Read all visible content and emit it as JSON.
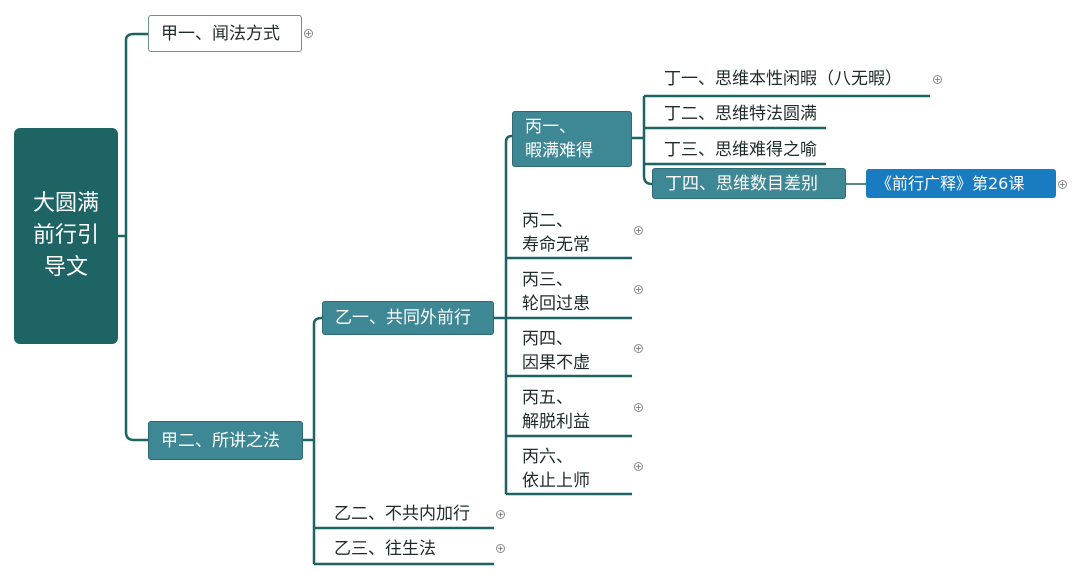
{
  "root": {
    "label": "大圆满前行引导文"
  },
  "jia1": {
    "label": "甲一、闻法方式"
  },
  "jia2": {
    "label": "甲二、所讲之法"
  },
  "yi1": {
    "label": "乙一、共同外前行"
  },
  "yi2": {
    "label": "乙二、不共内加行"
  },
  "yi3": {
    "label": "乙三、往生法"
  },
  "bing": [
    {
      "label": "丙一、\n暇满难得"
    },
    {
      "label": "丙二、\n寿命无常"
    },
    {
      "label": "丙三、\n轮回过患"
    },
    {
      "label": "丙四、\n因果不虚"
    },
    {
      "label": "丙五、\n解脱利益"
    },
    {
      "label": "丙六、\n依止上师"
    }
  ],
  "ding": [
    {
      "label": "丁一、思维本性闲暇（八无暇）"
    },
    {
      "label": "丁二、思维特法圆满"
    },
    {
      "label": "丁三、思维难得之喻"
    },
    {
      "label": "丁四、思维数目差别"
    }
  ],
  "course": {
    "label": "《前行广释》第26课"
  },
  "colors": {
    "root": "#1f6465",
    "node": "#3e8794",
    "course": "#1a7cc0",
    "line": "#1f6465"
  },
  "icons": {
    "expand": "plus-circle-icon"
  }
}
